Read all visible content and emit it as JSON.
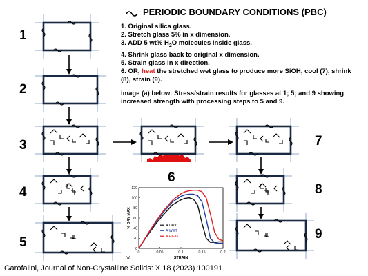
{
  "title": "PERIODIC BOUNDARY CONDITIONS (PBC)",
  "steps": [
    "1. Original silica glass.",
    "2. Stretch glass 5% in x dimension.",
    {
      "pre": "3. ADD 5 wt% H",
      "sub": "2",
      "post": "O molecules inside glass."
    },
    "4. Shrink glass back to original x dimension.",
    "5. Strain glass in x direction.",
    {
      "pre": "6. OR, ",
      "highlight": "heat",
      "post": " the stretched wet glass to produce more SiOH, cool (7), shrink (8), strain (9)."
    }
  ],
  "image_note": "image (a) below: Stress/strain results for glasses at 1; 5; and 9 showing increased strength with processing steps to 5 and 9.",
  "citation": "Garofalini, Journal of Non-Crystalline Solids: X 18 (2023) 100191",
  "panel_numbers": [
    "1",
    "2",
    "3",
    "4",
    "5",
    "6",
    "7",
    "8",
    "9"
  ],
  "colors": {
    "box_border": "#1a2a44",
    "pbc_lines": "#8fa8c8",
    "heat_blob": "#e01010",
    "dry": "#111111",
    "wet": "#1f3f9f",
    "heat": "#e02020"
  },
  "chart_data": {
    "type": "line",
    "panel_label": "(a)",
    "xlabel": "STRAIN",
    "ylabel": "% DRY MAX",
    "xlim": [
      0,
      0.2
    ],
    "ylim": [
      0,
      120
    ],
    "xticks": [
      "0",
      "0.05",
      "0.1",
      "0.15",
      "0.2"
    ],
    "yticks": [
      "0",
      "20",
      "40",
      "60",
      "80",
      "100",
      "120"
    ],
    "legend_position": "bottom-left",
    "series": [
      {
        "name": "A DRY",
        "color": "#111111",
        "x": [
          0,
          0.02,
          0.04,
          0.06,
          0.08,
          0.1,
          0.11,
          0.12,
          0.13,
          0.14,
          0.15,
          0.16,
          0.17,
          0.18,
          0.19,
          0.2
        ],
        "y": [
          0,
          25,
          48,
          68,
          86,
          96,
          99,
          100,
          97,
          85,
          50,
          20,
          12,
          12,
          13,
          13
        ]
      },
      {
        "name": "A WET",
        "color": "#1f3f9f",
        "x": [
          0,
          0.02,
          0.04,
          0.06,
          0.08,
          0.1,
          0.11,
          0.12,
          0.13,
          0.14,
          0.15,
          0.16,
          0.17,
          0.18,
          0.19,
          0.2
        ],
        "y": [
          0,
          26,
          51,
          73,
          92,
          103,
          106,
          107,
          107,
          104,
          92,
          58,
          20,
          11,
          10,
          10
        ]
      },
      {
        "name": "A HEAT",
        "color": "#e02020",
        "x": [
          0,
          0.02,
          0.04,
          0.06,
          0.08,
          0.1,
          0.11,
          0.12,
          0.13,
          0.14,
          0.15,
          0.16,
          0.17,
          0.18,
          0.19,
          0.2
        ],
        "y": [
          0,
          27,
          53,
          76,
          95,
          108,
          112,
          114,
          115,
          115,
          112,
          100,
          68,
          32,
          18,
          15
        ]
      }
    ]
  }
}
